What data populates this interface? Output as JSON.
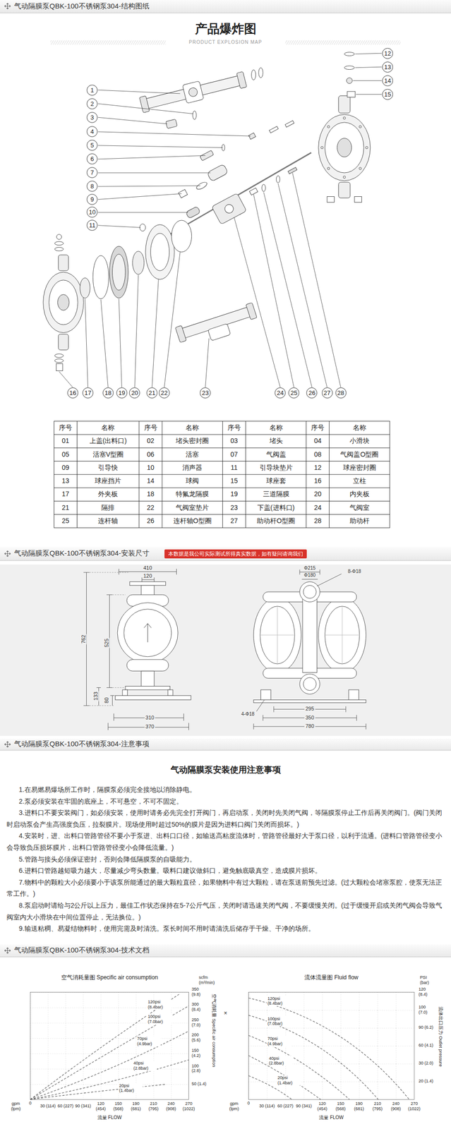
{
  "diagram": {
    "title": "产品爆炸图",
    "nodes": [
      {
        "text": [
          "气动隔膜泵QBK-100不锈钢泵304-结构图纸"
        ]
      },
      {
        "text": [
          "12"
        ]
      },
      {
        "text": [
          "13"
        ]
      },
      {
        "text": [
          "14"
        ]
      },
      {
        "text": [
          "1"
        ]
      },
      {
        "text": [
          "15"
        ]
      },
      {
        "text": [
          "2"
        ]
      },
      {
        "text": [
          "3"
        ]
      },
      {
        "text": [
          "4"
        ]
      },
      {
        "text": [
          "5"
        ]
      },
      {
        "text": [
          "6"
        ]
      },
      {
        "text": [
          "7"
        ]
      },
      {
        "text": [
          "8"
        ]
      },
      {
        "text": [
          "9"
        ]
      },
      {
        "text": [
          "10"
        ]
      },
      {
        "text": [
          "11"
        ]
      },
      {
        "text": [
          "16"
        ]
      },
      {
        "text": [
          "17"
        ]
      },
      {
        "text": [
          "18"
        ]
      },
      {
        "text": [
          "19"
        ]
      },
      {
        "text": [
          "20"
        ]
      },
      {
        "text": [
          "21"
        ]
      },
      {
        "text": [
          "22"
        ]
      },
      {
        "text": [
          "23"
        ]
      },
      {
        "text": [
          "24"
        ]
      },
      {
        "text": [
          "25"
        ]
      },
      {
        "text": [
          "26"
        ]
      },
      {
        "text": [
          "27"
        ]
      },
      {
        "text": [
          "28"
        ]
      },
      {
        "text": [
          "气动隔膜泵QBK-100不锈钢泵304-安装尺寸"
        ]
      },
      {
        "text": [
          "本数据是我公司实际测试所得真实数据，如有疑问请询我们"
        ],
        "in": 29
      },
      {
        "text": [
          "气动隔膜泵QBK-100不锈钢泵304-注意事项"
        ]
      },
      {
        "text": [
          "气动隔膜泵QBK-100不锈钢泵304-技术文档"
        ]
      }
    ],
    "labels": [
      "PRODUCT EXPLOSION MAP",
      "序号",
      "名称",
      "序号",
      "名称",
      "序号",
      "名称",
      "序号",
      "名称",
      "01",
      "上盖(出料口)",
      "02",
      "堵头密封圈",
      "03",
      "堵头",
      "04",
      "小滑块",
      "05",
      "活塞V型圈",
      "06",
      "活塞",
      "07",
      "气阀盖",
      "08",
      "气阀盖O型圈",
      "09",
      "引导快",
      "10",
      "消声器",
      "11",
      "引导块垫片",
      "12",
      "球座密封圈",
      "13",
      "球座挡片",
      "14",
      "球阀",
      "15",
      "球座套",
      "16",
      "立柱",
      "17",
      "外夹板",
      "18",
      "特氟龙隔膜",
      "19",
      "三道隔膜",
      "20",
      "内夹板",
      "21",
      "隔排",
      "22",
      "气阀室垫片",
      "23",
      "下盖(进料口)",
      "24",
      "气阀室",
      "25",
      "连杆轴",
      "26",
      "连杆轴O型圈",
      "27",
      "助动杆O型圈",
      "28",
      "助动杆",
      "410",
      "120",
      "762",
      "525",
      "133",
      "80",
      "310",
      "370",
      "Φ215",
      "Φ180",
      "8-Φ18",
      "295",
      "350",
      "780",
      "4-Φ18",
      "气动隔膜泵安装使用注意事项",
      "1.在易燃易爆场所工作时，隔膜泵必须完全接地以消除静电。",
      "2.泵必须安装在牢固的底座上，不可悬空，不可不固定。",
      "3.进料口不要安装阀门，如必须安装，使用时请务必先完全打开阀门，再启动泵，关闭时先关闭气阀，等隔膜泵停止工作后再关闭阀门。(阀门关闭时启动泵会产生高强度负压，拉裂膜片。现场使用时超过50%的膜片是因为进料口阀门关闭而损坏。)",
      "4.安装时，进、出料口管路管径不要小于泵进、出料口口径，如输送高粘度流体时，管路管径最好大于泵口径，以利于流通。(进料口管路管径变小会导致负压损坏膜片，出料口管路管径变小会降低流量。)",
      "5.管路与接头必须保证密封，否则会降低隔膜泵的自吸能力。",
      "6.进料口管路越短吸力越大，尽量减少弯头数量。吸料口建议做斜口，避免触底吸真空，造成膜片损坏。",
      "7.物料中的颗粒大小必须要小于该泵所能通过的最大颗粒直径，如果物料中有过大颗粒，请在泵送前预先过滤。(过大颗粒会堵塞泵腔，使泵无法正常工作。)",
      "8.泵启动时请给与2公斤以上压力，最佳工作状态保持在5-7公斤气压，关闭时请迅速关闭气阀，不要缓慢关闭。(过于缓慢开启或关闭气阀会导致气阀室内大小滑块在中间位置停止，无法换位。)",
      "9.输送粘稠、易凝结物料时，使用完需及时清洗。泵长时间不用时请清洗后储存于干燥、干净的场所。",
      "空气消耗量图 Specific air consumption",
      "scfm (m³/min)",
      "350 (9.8)",
      "300 (8.4)",
      "250 (7.0)",
      "200 (5.6)",
      "150 (4.2)",
      "100 (2.8)",
      "50 (1.4)",
      "空气消耗量 Specific air consumption",
      "120psi (8.4bar)",
      "100psi (7.0bar)",
      "70psi (4.9bar)",
      "40psi (2.8bar)",
      "20psi (1.4bar)",
      "gpm (lpm)",
      "0",
      "30 (114)",
      "60 (227)",
      "90 (341)",
      "120 (454)",
      "150 (568)",
      "190 (681)",
      "210 (795)",
      "240 (908)",
      "270 (1022)",
      "流量 FLOW",
      "×",
      "流体流量图 Fluid flow",
      "PSI (bar)",
      "120 (8.4)",
      "100 (7.0)",
      "90 (6.2)",
      "60 (4.1)",
      "30 (2.0)",
      "20 (1.4)",
      "流体出口压力 Outlet pressure",
      "120psi (8.4bar)",
      "100psi (7.0bar)",
      "70psi (4.9bar)",
      "40psi (2.8bar)",
      "20psi (1.4bar)",
      "gpm (lpm)",
      "0",
      "30 (114)",
      "60 (227)",
      "90 (341)",
      "120 (454)",
      "150 (568)",
      "190 (681)",
      "210 (795)",
      "240 (908)",
      "270 (1022)",
      "流量 FLOW"
    ]
  }
}
